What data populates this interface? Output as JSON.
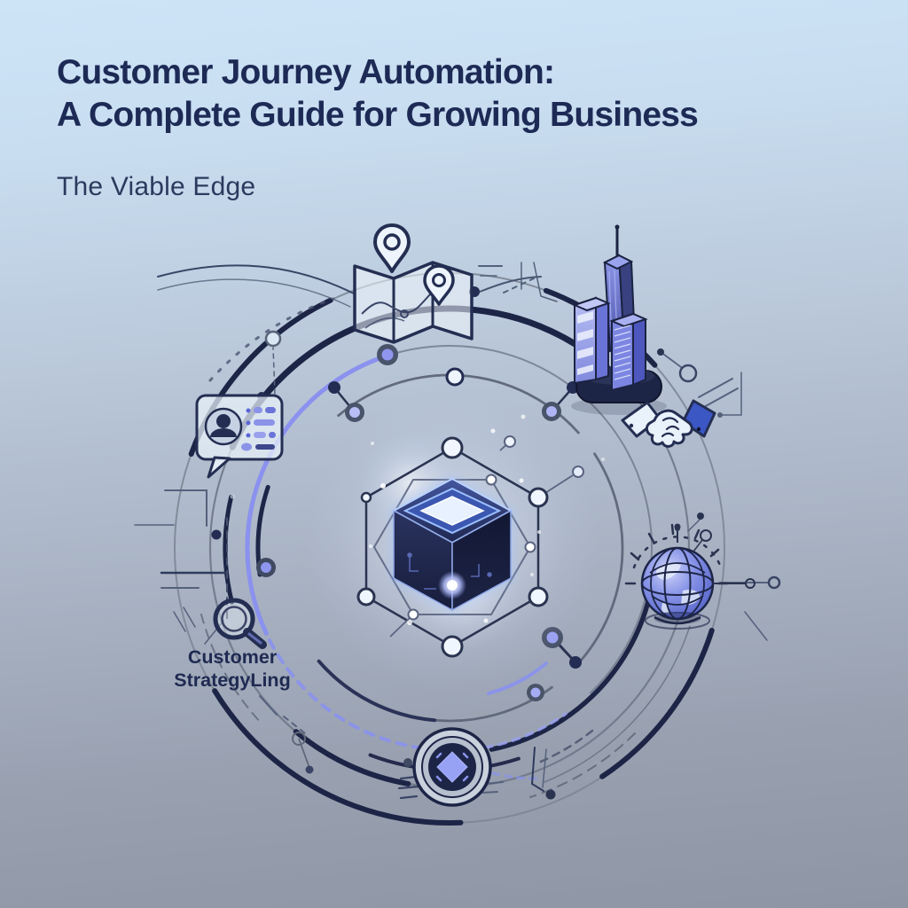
{
  "header": {
    "title_line1": "Customer Journey Automation:",
    "title_line2": "A Complete Guide for Growing Business",
    "subtitle": "The Viable Edge"
  },
  "diagram": {
    "label_line1": "Customer",
    "label_line2": "StrategyLing",
    "icons": [
      "map-pins-icon",
      "skyscrapers-icon",
      "handshake-icon",
      "globe-icon",
      "customer-profile-icon",
      "magnifier-icon",
      "chip-diamond-badge",
      "automation-cube"
    ],
    "colors": {
      "background_top": "#cde4f7",
      "background_bottom": "#8e96a5",
      "navy": "#1d2547",
      "ring_gray": "#6f7888",
      "periwinkle": "#8a91ee",
      "accent_blue": "#3a57c4",
      "cube_glow": "#cfe0ff",
      "title_navy": "#1d2a55"
    }
  }
}
